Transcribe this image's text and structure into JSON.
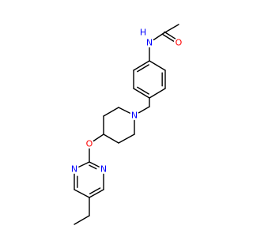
{
  "molecule": {
    "atoms": [
      {
        "id": "methyl_c",
        "label": "",
        "color": "#000000"
      },
      {
        "id": "carbonyl_c",
        "label": "",
        "color": "#000000"
      },
      {
        "id": "carbonyl_o",
        "label": "O",
        "color": "#ff0000"
      },
      {
        "id": "amide_n",
        "label": "N",
        "color": "#0000ff"
      },
      {
        "id": "amide_h",
        "label": "H",
        "color": "#0000ff"
      },
      {
        "id": "ring_a1",
        "label": "",
        "color": "#000000"
      },
      {
        "id": "ring_a2",
        "label": "",
        "color": "#000000"
      },
      {
        "id": "ring_a3",
        "label": "",
        "color": "#000000"
      },
      {
        "id": "ring_a4",
        "label": "",
        "color": "#000000"
      },
      {
        "id": "ring_a5",
        "label": "",
        "color": "#000000"
      },
      {
        "id": "ring_a6",
        "label": "",
        "color": "#000000"
      },
      {
        "id": "benzyl_ch2",
        "label": "",
        "color": "#000000"
      },
      {
        "id": "pip_n",
        "label": "N",
        "color": "#0000ff"
      },
      {
        "id": "pip_c2",
        "label": "",
        "color": "#000000"
      },
      {
        "id": "pip_c3",
        "label": "",
        "color": "#000000"
      },
      {
        "id": "pip_c4",
        "label": "",
        "color": "#000000"
      },
      {
        "id": "pip_c5",
        "label": "",
        "color": "#000000"
      },
      {
        "id": "pip_c6",
        "label": "",
        "color": "#000000"
      },
      {
        "id": "ether_o",
        "label": "O",
        "color": "#ff0000"
      },
      {
        "id": "pyr_c2",
        "label": "",
        "color": "#000000"
      },
      {
        "id": "pyr_n3",
        "label": "N",
        "color": "#0000ff"
      },
      {
        "id": "pyr_c4",
        "label": "",
        "color": "#000000"
      },
      {
        "id": "pyr_c5",
        "label": "",
        "color": "#000000"
      },
      {
        "id": "pyr_c6",
        "label": "",
        "color": "#000000"
      },
      {
        "id": "pyr_n1",
        "label": "N",
        "color": "#0000ff"
      },
      {
        "id": "ethyl_ch2",
        "label": "",
        "color": "#000000"
      },
      {
        "id": "ethyl_ch3",
        "label": "",
        "color": "#000000"
      }
    ],
    "bonds": [
      {
        "a": "methyl_c",
        "b": "carbonyl_c",
        "order": 1
      },
      {
        "a": "carbonyl_c",
        "b": "carbonyl_o",
        "order": 2
      },
      {
        "a": "carbonyl_c",
        "b": "amide_n",
        "order": 1
      },
      {
        "a": "amide_n",
        "b": "ring_a1",
        "order": 1
      },
      {
        "a": "ring_a1",
        "b": "ring_a2",
        "order": 2
      },
      {
        "a": "ring_a2",
        "b": "ring_a3",
        "order": 1
      },
      {
        "a": "ring_a3",
        "b": "ring_a4",
        "order": 2
      },
      {
        "a": "ring_a4",
        "b": "ring_a5",
        "order": 1
      },
      {
        "a": "ring_a5",
        "b": "ring_a6",
        "order": 2
      },
      {
        "a": "ring_a6",
        "b": "ring_a1",
        "order": 1
      },
      {
        "a": "ring_a4",
        "b": "benzyl_ch2",
        "order": 1
      },
      {
        "a": "benzyl_ch2",
        "b": "pip_n",
        "order": 1
      },
      {
        "a": "pip_n",
        "b": "pip_c2",
        "order": 1
      },
      {
        "a": "pip_c2",
        "b": "pip_c3",
        "order": 1
      },
      {
        "a": "pip_c3",
        "b": "pip_c4",
        "order": 1
      },
      {
        "a": "pip_c4",
        "b": "pip_c5",
        "order": 1
      },
      {
        "a": "pip_c5",
        "b": "pip_c6",
        "order": 1
      },
      {
        "a": "pip_c6",
        "b": "pip_n",
        "order": 1
      },
      {
        "a": "pip_c4",
        "b": "ether_o",
        "order": 1
      },
      {
        "a": "ether_o",
        "b": "pyr_c2",
        "order": 1
      },
      {
        "a": "pyr_c2",
        "b": "pyr_n3",
        "order": 2
      },
      {
        "a": "pyr_n3",
        "b": "pyr_c4",
        "order": 1
      },
      {
        "a": "pyr_c4",
        "b": "pyr_c5",
        "order": 2
      },
      {
        "a": "pyr_c5",
        "b": "pyr_c6",
        "order": 1
      },
      {
        "a": "pyr_c6",
        "b": "pyr_n1",
        "order": 2
      },
      {
        "a": "pyr_n1",
        "b": "pyr_c2",
        "order": 1
      },
      {
        "a": "pyr_c5",
        "b": "ethyl_ch2",
        "order": 1
      },
      {
        "a": "ethyl_ch2",
        "b": "ethyl_ch3",
        "order": 1
      }
    ]
  }
}
